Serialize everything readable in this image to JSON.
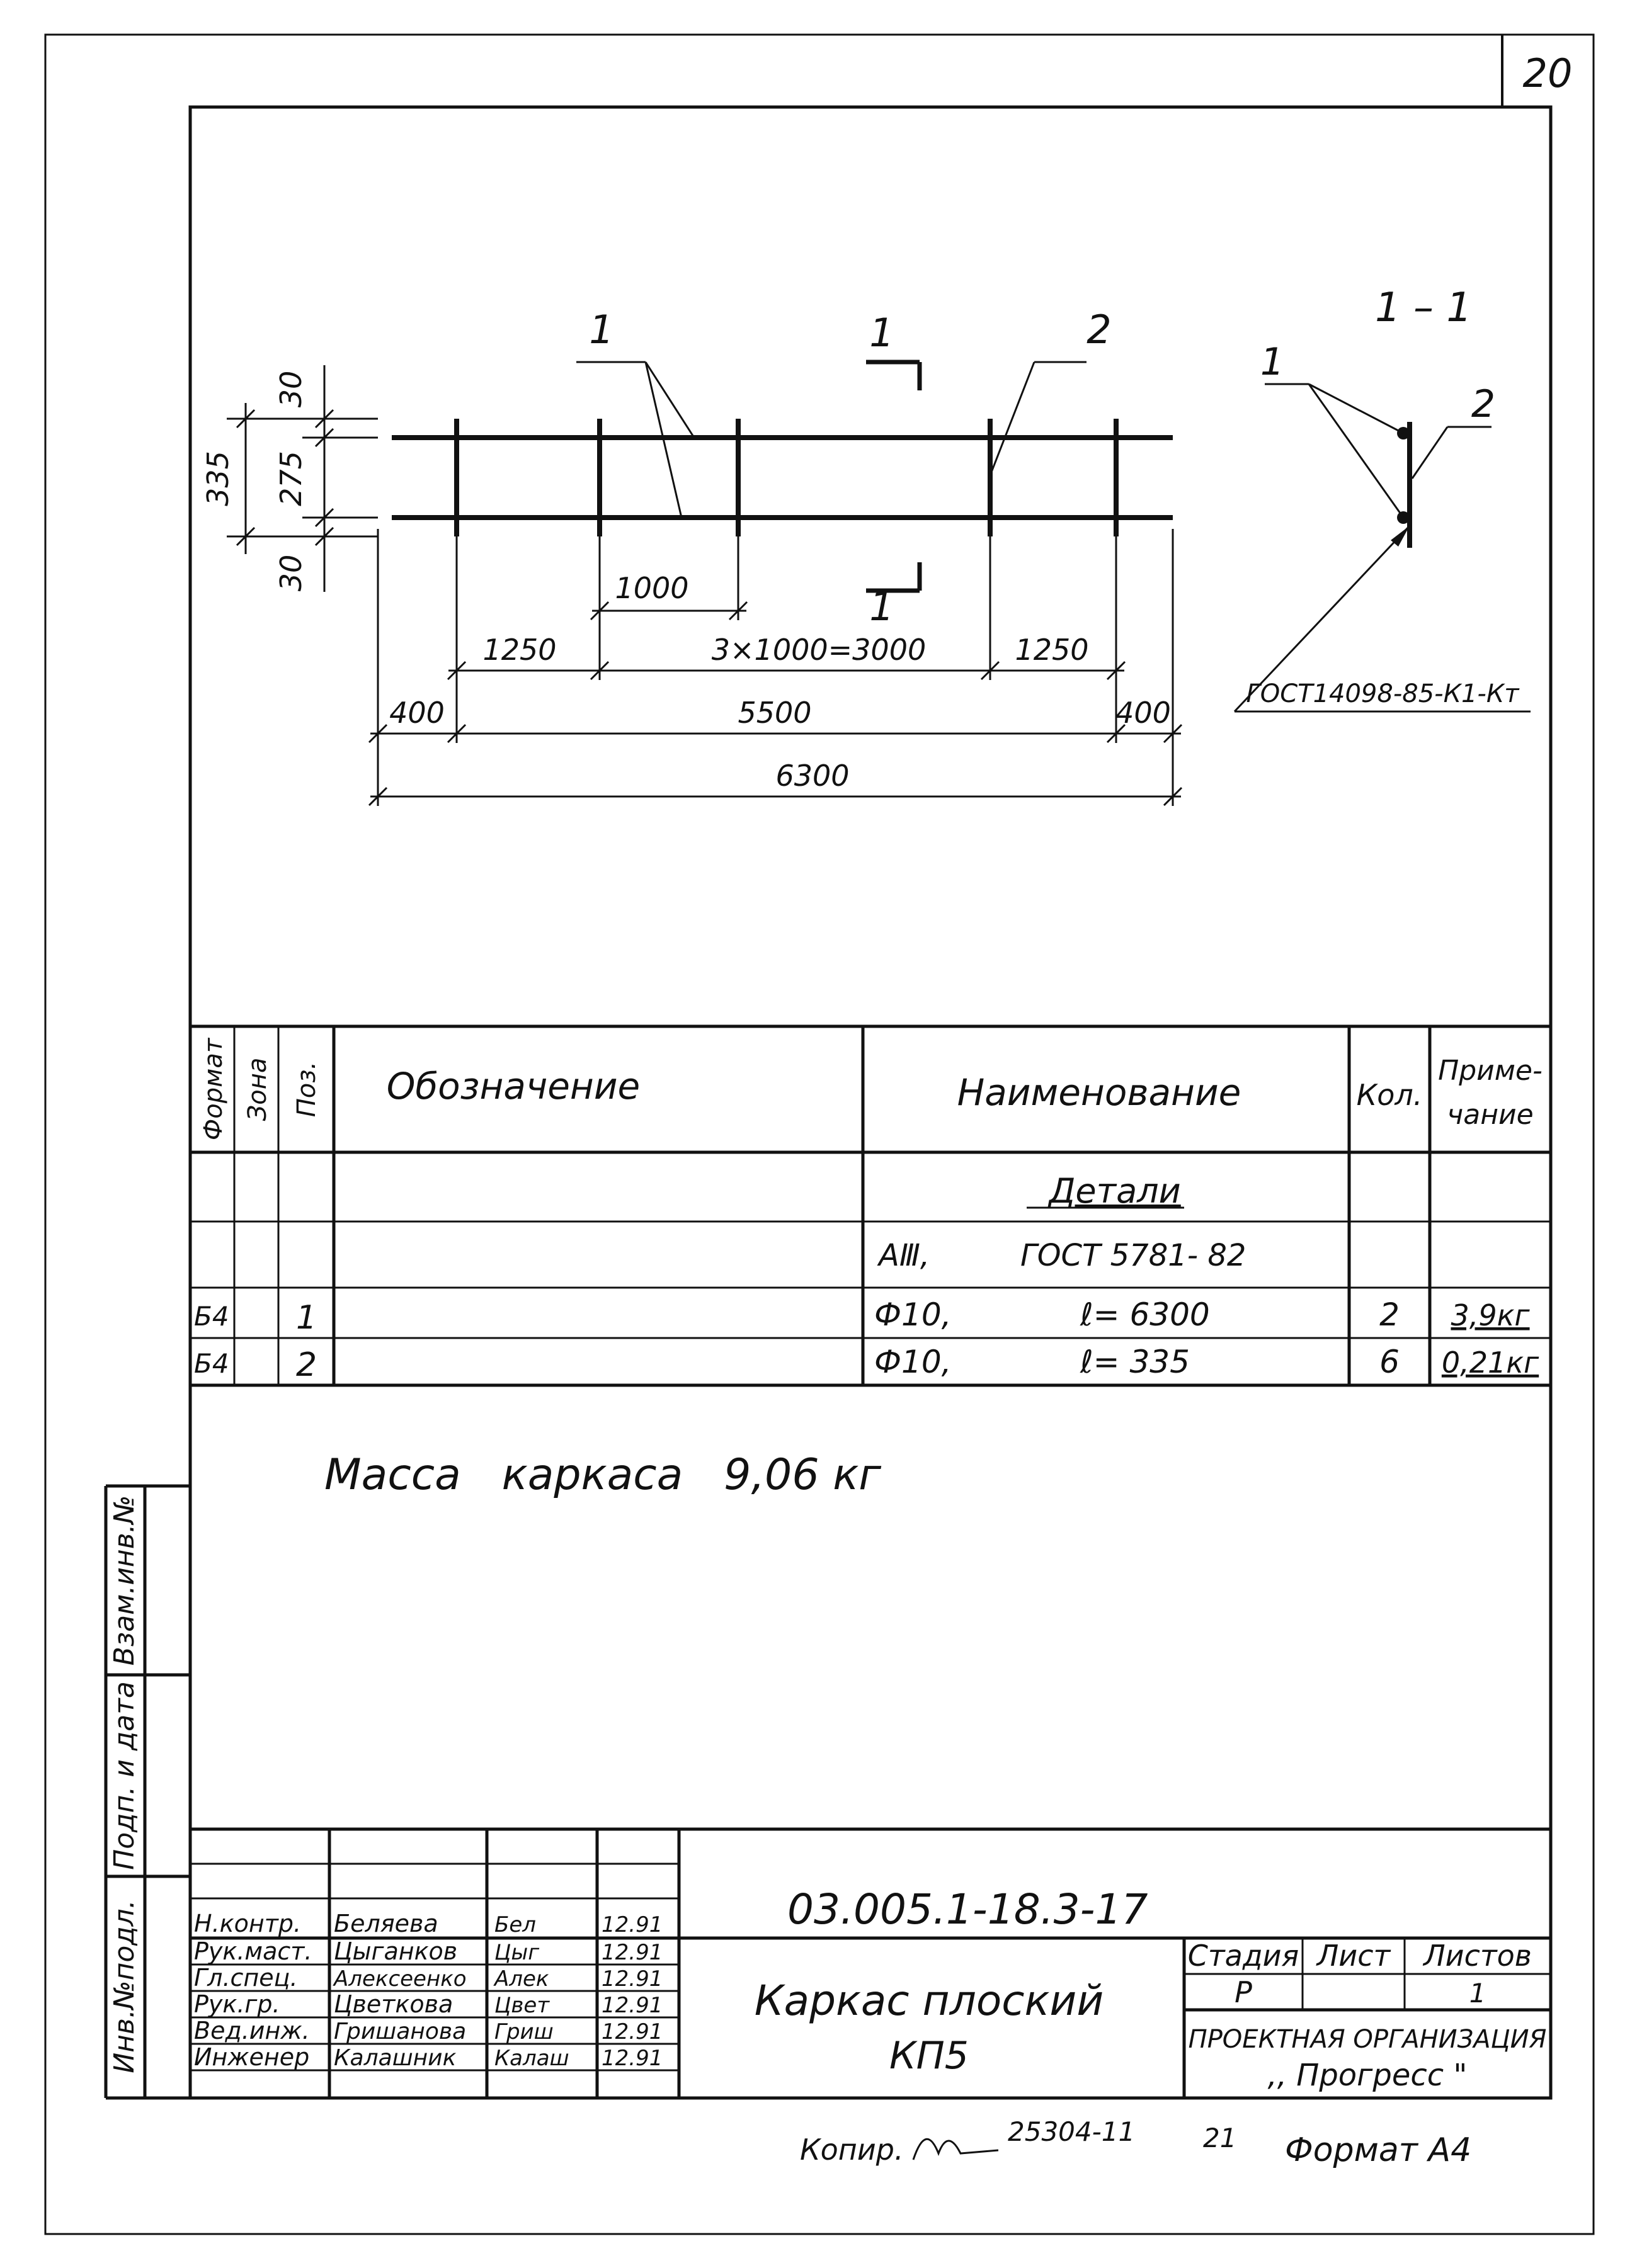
{
  "sheet": {
    "page_number": "20",
    "format_note": "Формат А4"
  },
  "copy_note": {
    "label": "Копир.",
    "number": "25304-11",
    "sheet": "21"
  },
  "drawing": {
    "markers": {
      "pos1": "1",
      "pos2": "2",
      "cut_top": "1",
      "cut_bottom": "1"
    },
    "dims": {
      "d30_top": "30",
      "d275": "275",
      "d335": "335",
      "d30_bottom": "30",
      "d1000": "1000",
      "d1250_left": "1250",
      "d3x1000": "3×1000=3000",
      "d1250_right": "1250",
      "d400_left": "400",
      "d5500": "5500",
      "d400_right": "400",
      "d6300": "6300"
    },
    "section": {
      "title": "1 – 1",
      "pos1": "1",
      "pos2": "2",
      "weld_standard": "ГОСТ14098-85-К1-Кт"
    }
  },
  "spec_table": {
    "headers": {
      "format": "Формат",
      "zone": "Зона",
      "pos": "Поз.",
      "designation": "Обозначение",
      "name": "Наименование",
      "qty": "Кол.",
      "note_line1": "Приме-",
      "note_line2": "чание"
    },
    "section_title": "Детали",
    "material": {
      "grade": "АⅢ,",
      "standard": "ГОСТ 5781- 82"
    },
    "rows": [
      {
        "format": "Б4",
        "pos": "1",
        "name_dia": "Ф10,",
        "name_len": "ℓ= 6300",
        "qty": "2",
        "note": "3,9кг"
      },
      {
        "format": "Б4",
        "pos": "2",
        "name_dia": "Ф10,",
        "name_len": "ℓ= 335",
        "qty": "6",
        "note": "0,21кг"
      }
    ]
  },
  "mass_note": "Масса   каркаса   9,06 кг",
  "side_stamps": {
    "inv_exchange": "Взам.инв.№",
    "sign_date": "Подп. и дата",
    "inv_orig": "Инв.№подл."
  },
  "title_block": {
    "doc_code": "03.005.1-18.3-17",
    "title_line1": "Каркас плоский",
    "title_line2": "КП5",
    "stage_label": "Стадия",
    "sheet_label": "Лист",
    "sheets_label": "Листов",
    "stage_value": "Р",
    "sheets_value": "1",
    "org_line1": "ПРОЕКТНАЯ ОРГАНИЗАЦИЯ",
    "org_line2": ",, Прогресс \"",
    "signers": [
      {
        "role": "Н.контр.",
        "name": "Беляева",
        "sign": "Бел",
        "date": "12.91"
      },
      {
        "role": "Рук.маст.",
        "name": "Цыганков",
        "sign": "Цыг",
        "date": "12.91"
      },
      {
        "role": "Гл.спец.",
        "name": "Алексеенко",
        "sign": "Алек",
        "date": "12.91"
      },
      {
        "role": "Рук.гр.",
        "name": "Цветкова",
        "sign": "Цвет",
        "date": "12.91"
      },
      {
        "role": "Вед.инж.",
        "name": "Гришанова",
        "sign": "Гриш",
        "date": "12.91"
      },
      {
        "role": "Инженер",
        "name": "Калашник",
        "sign": "Калаш",
        "date": "12.91"
      }
    ]
  }
}
